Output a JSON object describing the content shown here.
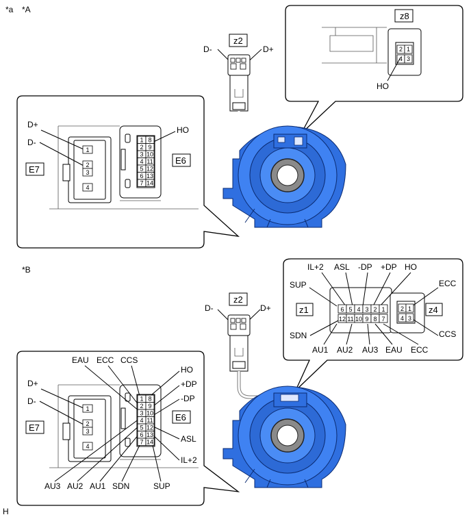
{
  "header": {
    "a": "*a",
    "A": "*A",
    "B": "*B"
  },
  "footer": {
    "code": "H"
  },
  "A": {
    "z2": {
      "id": "z2",
      "left": "D-",
      "right": "D+"
    },
    "z8": {
      "id": "z8",
      "pins": [
        "2",
        "1",
        "4",
        "3"
      ],
      "label": "HO"
    },
    "left": {
      "e7": "E7",
      "e6": "E6",
      "dplus": "D+",
      "dminus": "D-",
      "ho": "HO",
      "e7pins": [
        "1",
        "2",
        "3",
        "4"
      ],
      "e6pins": [
        "1",
        "8",
        "2",
        "9",
        "3",
        "10",
        "4",
        "11",
        "5",
        "12",
        "6",
        "13",
        "7",
        "14"
      ]
    }
  },
  "B": {
    "z2": {
      "id": "z2",
      "left": "D-",
      "right": "D+"
    },
    "z1": {
      "id": "z1",
      "top": [
        "6",
        "5",
        "4",
        "3",
        "2",
        "1"
      ],
      "bottom": [
        "12",
        "11",
        "10",
        "9",
        "8",
        "7"
      ]
    },
    "z4": {
      "id": "z4",
      "pins": [
        "2",
        "1",
        "4",
        "3"
      ]
    },
    "toplabels": [
      "IL+2",
      "ASL",
      "-DP",
      "+DP",
      "HO"
    ],
    "sup": "SUP",
    "ecc": "ECC",
    "sdn": "SDN",
    "ccs": "CCS",
    "bottomlabels": [
      "AU1",
      "AU2",
      "AU3",
      "EAU",
      "ECC"
    ],
    "left": {
      "e7": "E7",
      "e6": "E6",
      "dplus": "D+",
      "dminus": "D-",
      "top3": [
        "EAU",
        "ECC",
        "CCS"
      ],
      "right": [
        "HO",
        "+DP",
        "-DP",
        "ASL",
        "IL+2"
      ],
      "bottom": [
        "AU3",
        "AU2",
        "AU1",
        "SDN",
        "SUP"
      ],
      "e7pins": [
        "1",
        "2",
        "3",
        "4"
      ],
      "e6pins": [
        "1",
        "8",
        "2",
        "9",
        "3",
        "10",
        "4",
        "11",
        "5",
        "12",
        "6",
        "13",
        "7",
        "14"
      ]
    }
  }
}
